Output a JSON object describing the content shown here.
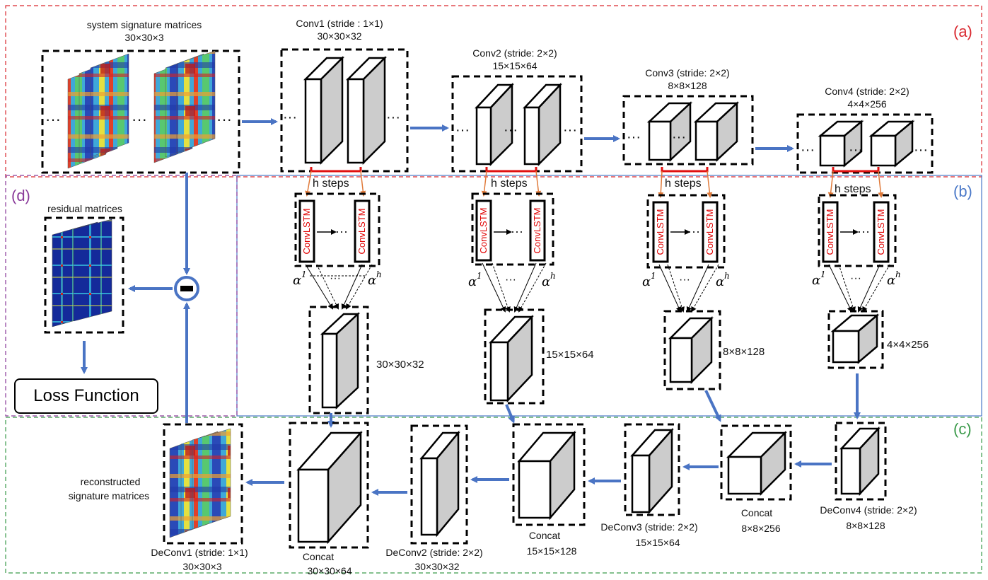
{
  "panels": {
    "a": "(a)",
    "b": "(b)",
    "c": "(c)",
    "d": "(d)"
  },
  "colors": {
    "panel_a": "#d9282f",
    "panel_b": "#4a78c8",
    "panel_c": "#3a9a4a",
    "panel_d": "#8a3a9a",
    "arrow": "#4a74c4",
    "lstm_arrow": "#e07a3a",
    "bracket": "#e01010",
    "cube_side": "#cccccc"
  },
  "input": {
    "title": "system signature matrices",
    "dims": "30×30×3"
  },
  "encoder": [
    {
      "name": "Conv1 (stride : 1×1)",
      "dims": "30×30×32"
    },
    {
      "name": "Conv2 (stride: 2×2)",
      "dims": "15×15×64"
    },
    {
      "name": "Conv3 (stride: 2×2)",
      "dims": "8×8×128"
    },
    {
      "name": "Conv4 (stride: 2×2)",
      "dims": "4×4×256"
    }
  ],
  "temporal": {
    "hsteps": "h steps",
    "lstm_label": "ConvLSTM",
    "alpha_first": "α",
    "alpha_first_sup": "1",
    "alpha_last": "α",
    "alpha_last_sup": "h",
    "dots": "···",
    "outputs": [
      "30×30×32",
      "15×15×64",
      "8×8×128",
      "4×4×256"
    ]
  },
  "decoder": {
    "deconv4": {
      "name": "DeConv4 (stride: 2×2)",
      "dims": "8×8×128"
    },
    "concat3": {
      "name": "Concat",
      "dims": "8×8×256"
    },
    "deconv3": {
      "name": "DeConv3 (stride: 2×2)",
      "dims": "15×15×64"
    },
    "concat2": {
      "name": "Concat",
      "dims": "15×15×128"
    },
    "deconv2": {
      "name": "DeConv2 (stride: 2×2)",
      "dims": "30×30×32"
    },
    "concat1": {
      "name": "Concat",
      "dims": "30×30×64"
    },
    "deconv1": {
      "name": "DeConv1 (stride: 1×1)",
      "dims": "30×30×3"
    }
  },
  "residual": {
    "title": "residual matrices",
    "loss": "Loss Function"
  },
  "reconstructed": {
    "line1": "reconstructed",
    "line2": "signature matrices"
  }
}
